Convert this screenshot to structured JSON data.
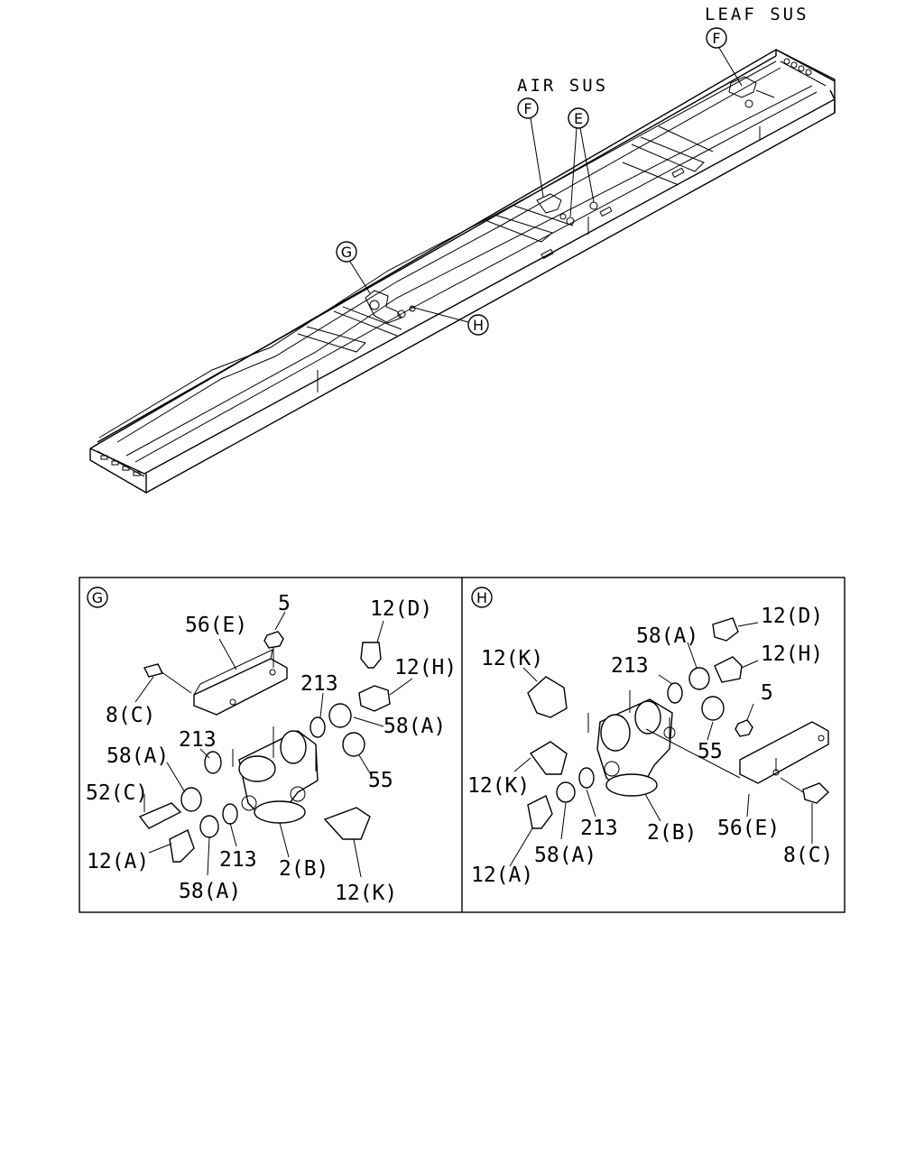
{
  "overview": {
    "callouts": {
      "leaf_sus": "LEAF SUS",
      "air_sus": "AIR SUS",
      "f1": "F",
      "f2": "F",
      "e": "E",
      "g": "G",
      "h": "H"
    }
  },
  "panel_g": {
    "id": "G",
    "labels": {
      "p5": "5",
      "p56e": "56(E)",
      "p12d": "12(D)",
      "p12h": "12(H)",
      "p213a": "213",
      "p58a1": "58(A)",
      "p8c": "8(C)",
      "p58a2": "58(A)",
      "p213b": "213",
      "p55": "55",
      "p52c": "52(C)",
      "p12a": "12(A)",
      "p213c": "213",
      "p2b": "2(B)",
      "p58a3": "58(A)",
      "p12k": "12(K)"
    }
  },
  "panel_h": {
    "id": "H",
    "labels": {
      "p12d": "12(D)",
      "p58a1": "58(A)",
      "p12h": "12(H)",
      "p12k1": "12(K)",
      "p213a": "213",
      "p5": "5",
      "p55": "55",
      "p12k2": "12(K)",
      "p213b": "213",
      "p2b": "2(B)",
      "p56e": "56(E)",
      "p58a2": "58(A)",
      "p8c": "8(C)",
      "p12a": "12(A)"
    }
  }
}
